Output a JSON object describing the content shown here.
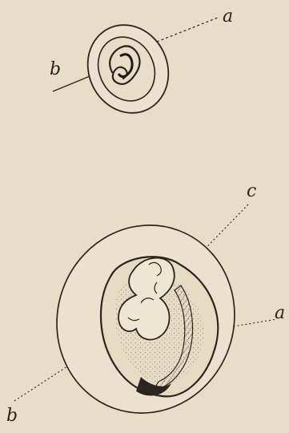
{
  "figure": {
    "background_color": "#e8ddc7",
    "ink_color": "#2a2520",
    "upper_figure": {
      "labels": {
        "a": "a",
        "b": "b"
      }
    },
    "lower_figure": {
      "labels": {
        "a": "a",
        "b": "b",
        "c": "c"
      }
    }
  }
}
